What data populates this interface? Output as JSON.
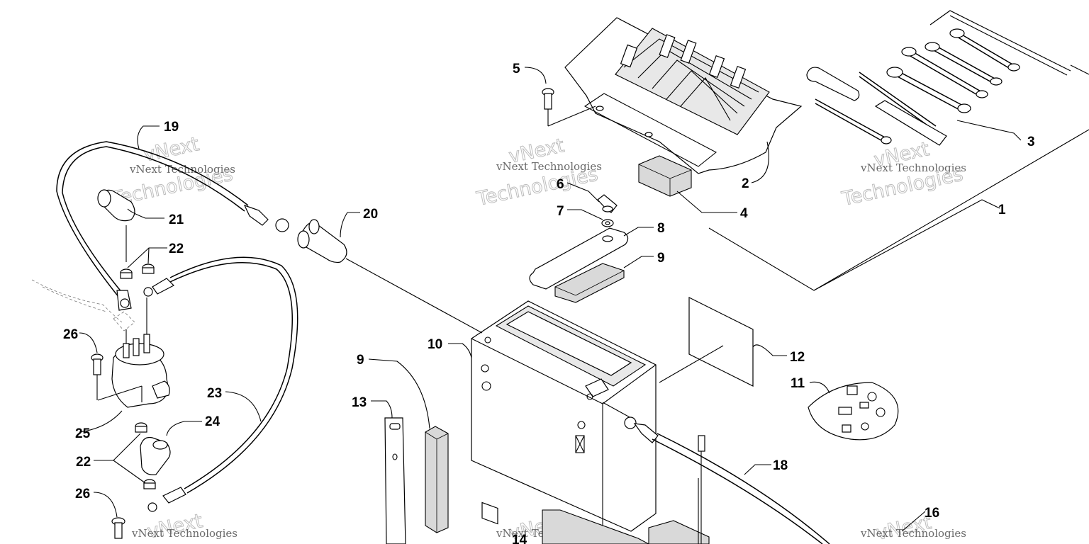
{
  "diagram": {
    "callouts": [
      {
        "id": "c-1",
        "label": "1"
      },
      {
        "id": "c-2",
        "label": "2"
      },
      {
        "id": "c-3",
        "label": "3"
      },
      {
        "id": "c-4",
        "label": "4"
      },
      {
        "id": "c-5a",
        "label": "5"
      },
      {
        "id": "c-6",
        "label": "6"
      },
      {
        "id": "c-7",
        "label": "7"
      },
      {
        "id": "c-8",
        "label": "8"
      },
      {
        "id": "c-9a",
        "label": "9"
      },
      {
        "id": "c-9b",
        "label": "9"
      },
      {
        "id": "c-10",
        "label": "10"
      },
      {
        "id": "c-11",
        "label": "11"
      },
      {
        "id": "c-12",
        "label": "12"
      },
      {
        "id": "c-13",
        "label": "13"
      },
      {
        "id": "c-14",
        "label": "14"
      },
      {
        "id": "c-16",
        "label": "16"
      },
      {
        "id": "c-18",
        "label": "18"
      },
      {
        "id": "c-19",
        "label": "19"
      },
      {
        "id": "c-20",
        "label": "20"
      },
      {
        "id": "c-21",
        "label": "21"
      },
      {
        "id": "c-22a",
        "label": "22"
      },
      {
        "id": "c-22b",
        "label": "22"
      },
      {
        "id": "c-23",
        "label": "23"
      },
      {
        "id": "c-24",
        "label": "24"
      },
      {
        "id": "c-25",
        "label": "25"
      },
      {
        "id": "c-26a",
        "label": "26"
      },
      {
        "id": "c-26b",
        "label": "26"
      }
    ],
    "watermark": {
      "line1": "vNext Technologies",
      "line2": "vNext",
      "line3": "Technologies"
    }
  }
}
